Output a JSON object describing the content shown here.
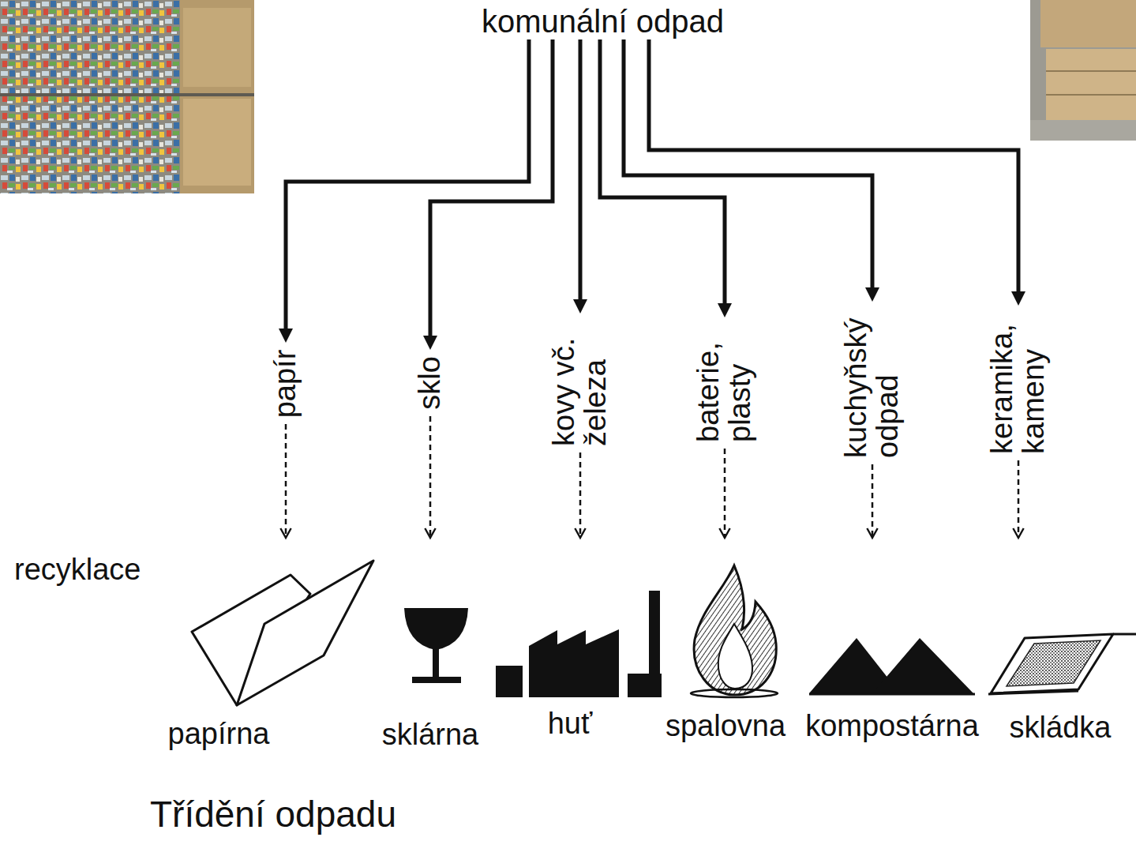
{
  "diagram": {
    "caption": "Třídění odpadu",
    "nodes": [
      {
        "text": [
          "komunální odpad"
        ]
      },
      {
        "text": [
          "papír"
        ]
      },
      {
        "text": [
          "sklo"
        ]
      },
      {
        "text": [
          "kovy vč. železa"
        ]
      },
      {
        "text": [
          "baterie, plasty"
        ]
      },
      {
        "text": [
          "kuchyňský odpad"
        ]
      },
      {
        "text": [
          "keramika, kameny"
        ]
      },
      {
        "text": [
          "papírna"
        ]
      },
      {
        "text": [
          "sklárna"
        ]
      },
      {
        "text": [
          "huť"
        ]
      },
      {
        "text": [
          "spalovna"
        ]
      },
      {
        "text": [
          "kompostárna"
        ]
      },
      {
        "text": [
          "skládka"
        ]
      }
    ],
    "edges": [
      {
        "from": 0,
        "to": 1,
        "arrow": "to"
      },
      {
        "from": 0,
        "to": 2,
        "arrow": "to"
      },
      {
        "from": 0,
        "to": 3,
        "arrow": "to"
      },
      {
        "from": 0,
        "to": 4,
        "arrow": "to"
      },
      {
        "from": 0,
        "to": 5,
        "arrow": "to"
      },
      {
        "from": 0,
        "to": 6,
        "arrow": "to"
      },
      {
        "from": 1,
        "to": 7,
        "arrow": "to"
      },
      {
        "from": 2,
        "to": 8,
        "arrow": "to"
      },
      {
        "from": 3,
        "to": 9,
        "arrow": "to"
      },
      {
        "from": 4,
        "to": 10,
        "arrow": "to"
      },
      {
        "from": 5,
        "to": 11,
        "arrow": "to"
      },
      {
        "from": 6,
        "to": 12,
        "arrow": "to"
      }
    ],
    "labels": [
      "recyklace"
    ]
  }
}
